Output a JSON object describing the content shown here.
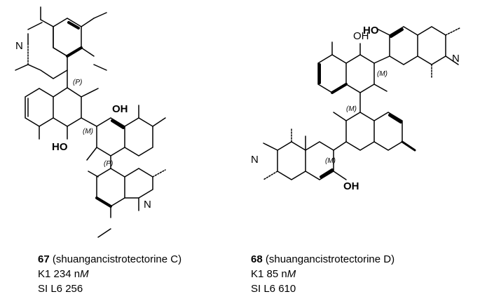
{
  "compounds": [
    {
      "number": "67",
      "name": "(shuangancistrotectorine C)",
      "k1_prefix": "K1 234 n",
      "k1_unit": "M",
      "si": "SI L6 256",
      "atoms": {
        "n1": "N",
        "n2": "N",
        "oh1": "OH",
        "oh2": "HO",
        "p1": "(P)",
        "p2": "(P)",
        "m1": "(M)"
      }
    },
    {
      "number": "68",
      "name": "(shuangancistrotectorine D)",
      "k1_prefix": "K1 85 n",
      "k1_unit": "M",
      "si": "SI L6 610",
      "atoms": {
        "n1": "N",
        "n2": "N",
        "oh1": "HO",
        "oh2": "OH",
        "oh3": "OH",
        "m1": "(M)",
        "m2": "(M)",
        "m3": "(M)"
      }
    }
  ]
}
